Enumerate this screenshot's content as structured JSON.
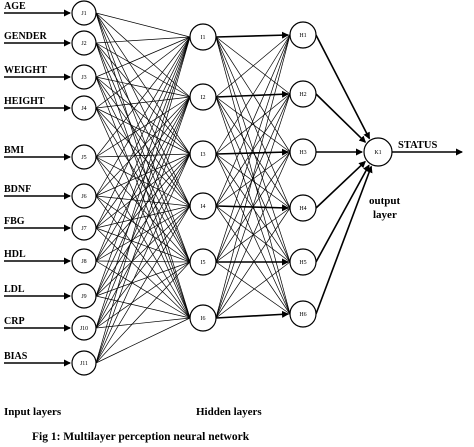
{
  "inputs": [
    {
      "label": "AGE",
      "node": "J1"
    },
    {
      "label": "GENDER",
      "node": "J2"
    },
    {
      "label": "WEIGHT",
      "node": "J3"
    },
    {
      "label": "HEIGHT",
      "node": "J4"
    },
    {
      "label": "BMI",
      "node": "J5"
    },
    {
      "label": "BDNF",
      "node": "J6"
    },
    {
      "label": "FBG",
      "node": "J7"
    },
    {
      "label": "HDL",
      "node": "J8"
    },
    {
      "label": "LDL",
      "node": "J9"
    },
    {
      "label": "CRP",
      "node": "J10"
    },
    {
      "label": "BIAS",
      "node": "J11"
    }
  ],
  "hidden1": [
    "I1",
    "I2",
    "I3",
    "I4",
    "I5",
    "I6"
  ],
  "hidden2": [
    "H1",
    "H2",
    "H3",
    "H4",
    "H5",
    "H6"
  ],
  "output": {
    "node": "K1",
    "label": "STATUS"
  },
  "labels": {
    "input_layers": "Input layers",
    "hidden_layers": "Hidden layers",
    "output_layer_line1": "output",
    "output_layer_line2": "layer"
  },
  "caption": "Fig 1: Multilayer perception neural network"
}
